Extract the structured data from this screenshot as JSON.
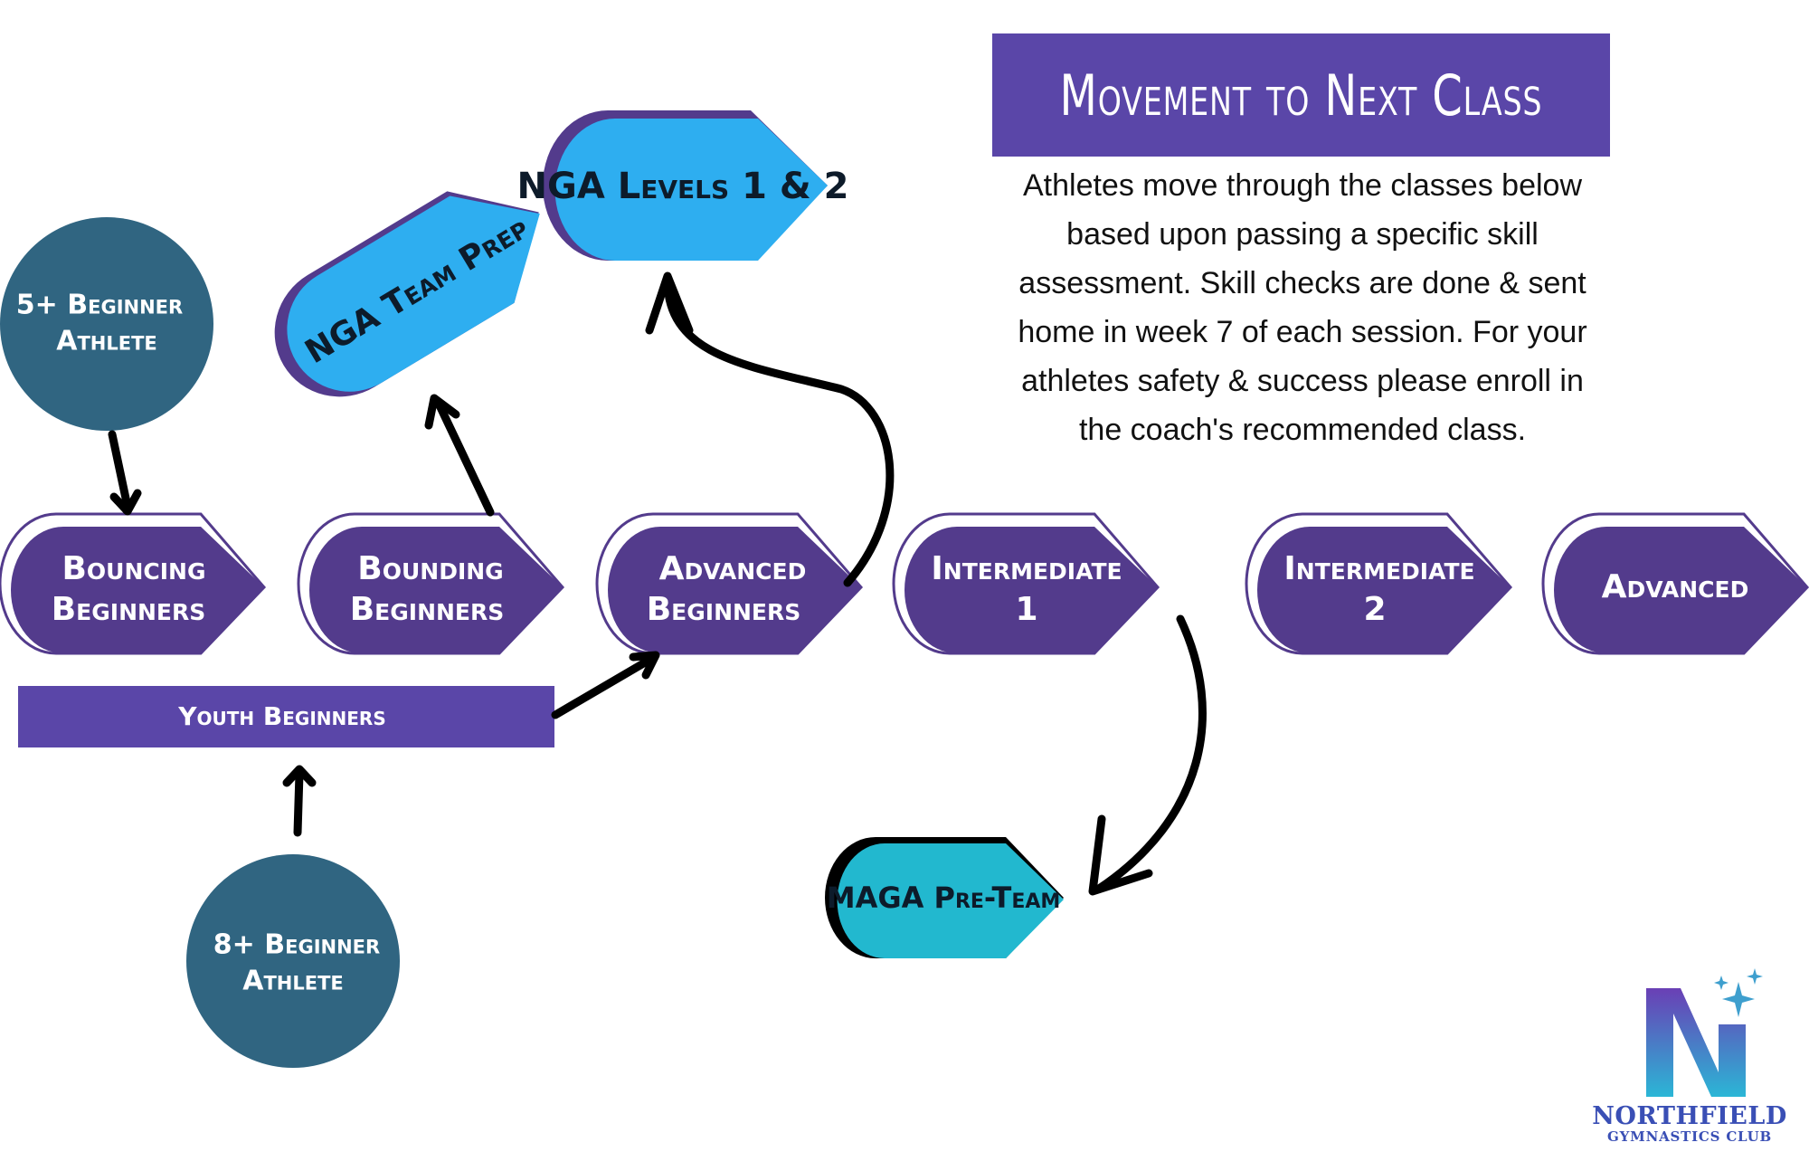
{
  "title": "Movement to Next Class",
  "description": "Athletes move through the classes below\nbased upon passing a specific skill\nassessment.  Skill checks are done & sent\nhome in week 7 of each session.  For your\nathletes safety & success please enroll in\nthe coach's recommended class.",
  "entry_points": {
    "five_plus": {
      "line1": "5+ Beginner",
      "line2": "Athlete"
    },
    "eight_plus": {
      "line1": "8+  Beginner",
      "line2": "Athlete"
    }
  },
  "classes": {
    "bouncing": {
      "line1": "Bouncing",
      "line2": "Beginners"
    },
    "bounding": {
      "line1": "Bounding",
      "line2": "Beginners"
    },
    "advanced_beginners": {
      "line1": "Advanced",
      "line2": "Beginners"
    },
    "intermediate1": {
      "line1": "Intermediate",
      "line2": "1"
    },
    "intermediate2": {
      "line1": "Intermediate",
      "line2": "2"
    },
    "advanced": {
      "line1": "Advanced"
    },
    "youth": {
      "label": "Youth Beginners"
    },
    "nga_team_prep": {
      "label": "NGA Team Prep"
    },
    "nga_levels": {
      "label": "NGA Levels 1 & 2"
    },
    "maga": {
      "label": "MAGA Pre-Team"
    }
  },
  "logo": {
    "name": "NORTHFIELD",
    "sub": "GYMNASTICS CLUB",
    "letter": "N"
  },
  "colors": {
    "purple": "#533b8c",
    "purple_light": "#5a46a8",
    "teal_circle": "#306581",
    "sky": "#2eaef0",
    "cyan": "#22b8cf",
    "arrow": "#000000"
  }
}
